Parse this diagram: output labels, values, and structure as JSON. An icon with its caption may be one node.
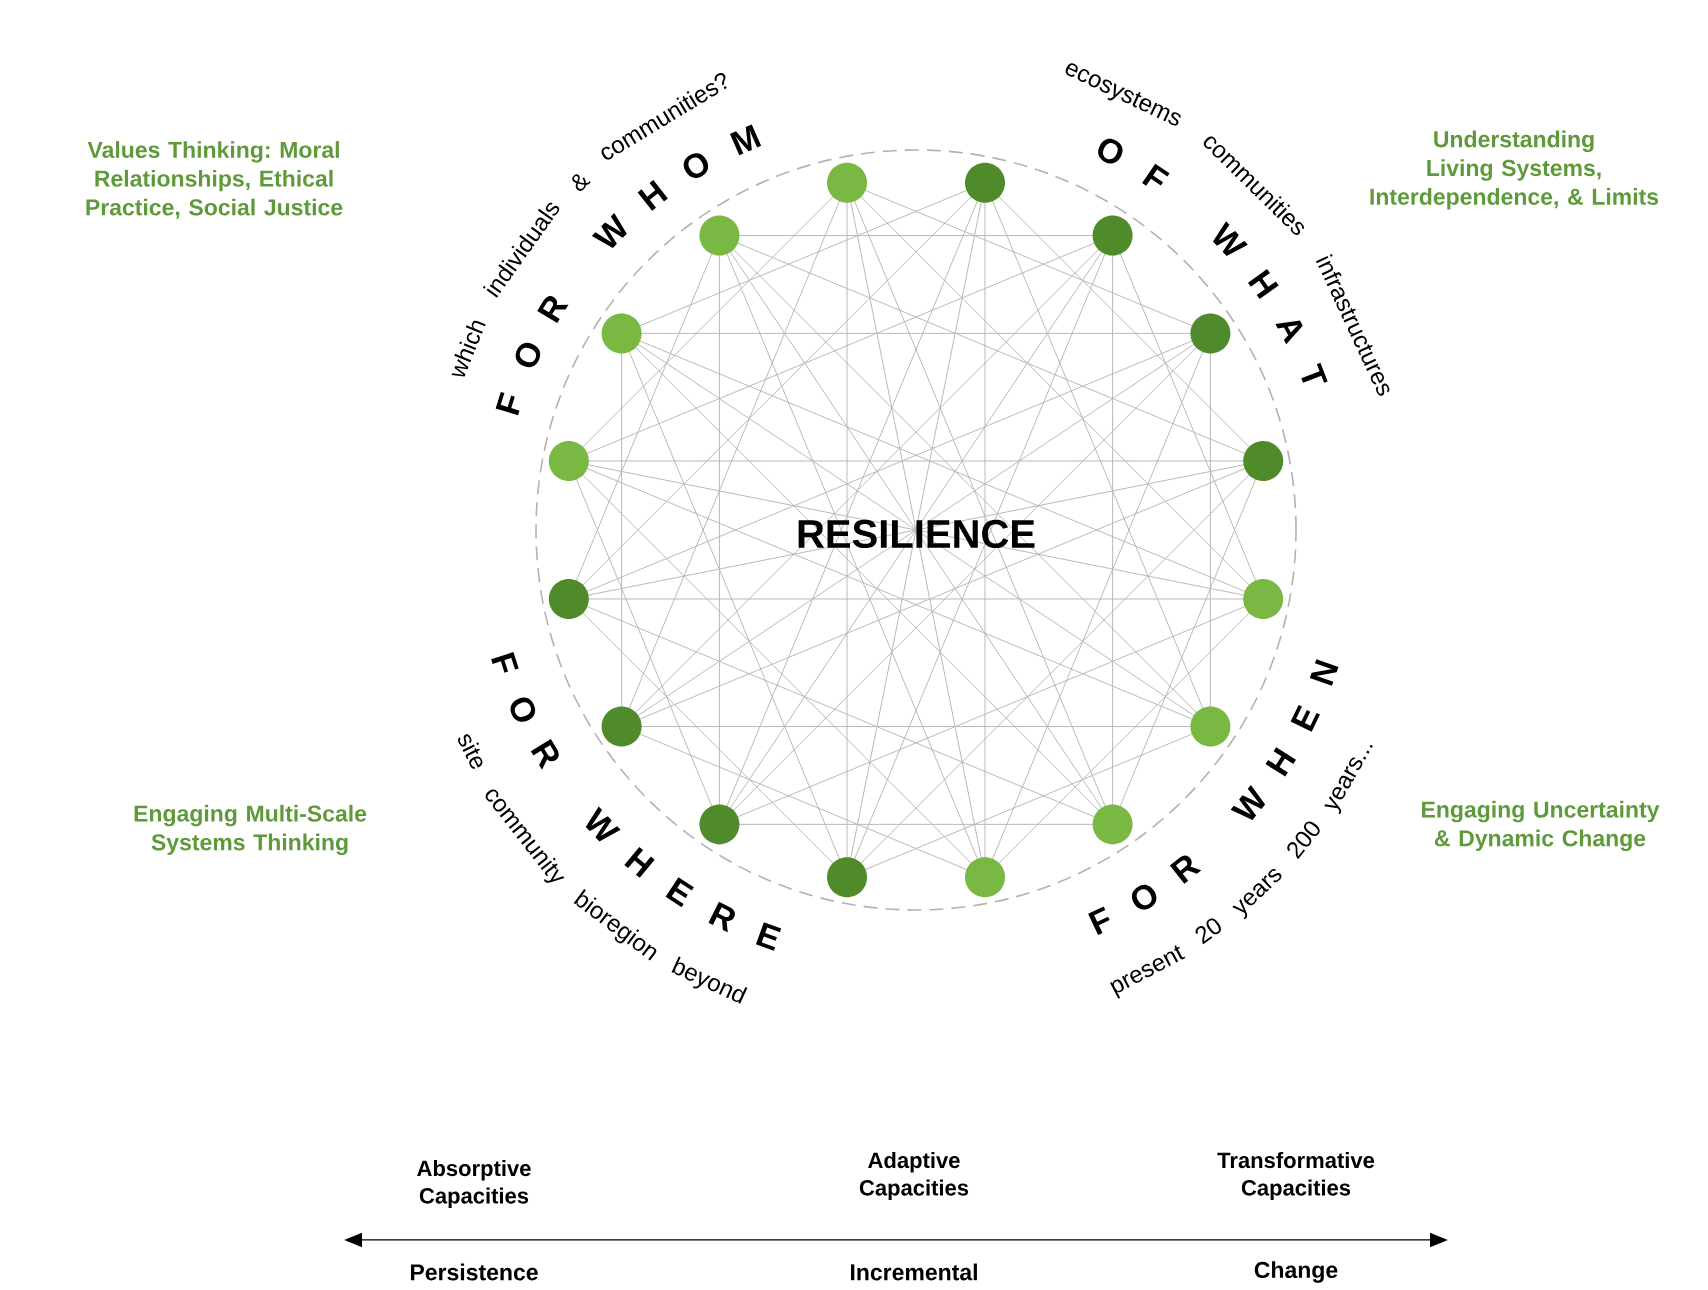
{
  "diagram": {
    "labels": [
      "Values Thinking: Moral Relationships, Ethical Practice, Social Justice",
      "which individuals & communities?",
      "FOR WHOM",
      "ecosystems communities infrastructures",
      "OF WHAT",
      "Understanding Living Systems, Interdependence, & Limits",
      "RESILIENCE",
      "FOR WHERE",
      "site community bioregion beyond",
      "Engaging Multi-Scale Systems Thinking",
      "FOR WHEN",
      "present 20 years 200 years...",
      "Engaging Uncertainty & Dynamic Change",
      "Absorptive Capacities",
      "Adaptive Capacities",
      "Transformative Capacities",
      "Persistence",
      "Incremental",
      "Change"
    ]
  }
}
